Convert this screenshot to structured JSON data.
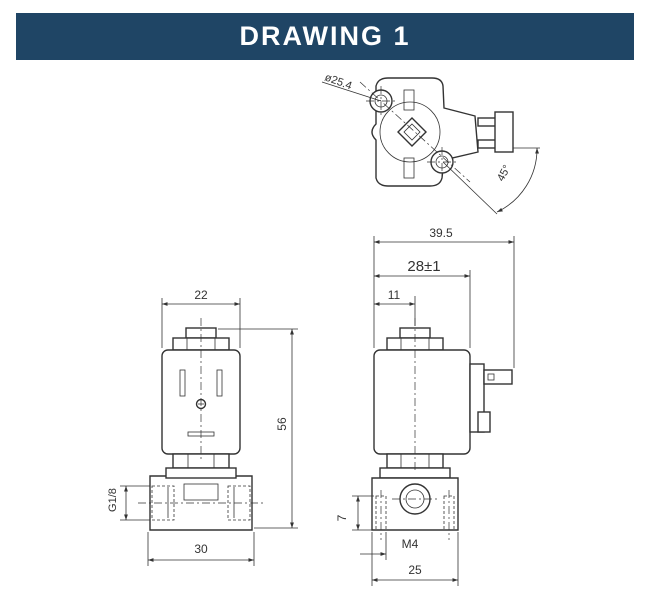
{
  "header": {
    "title": "DRAWING 1"
  },
  "dimensions": {
    "top_diameter": "ø25.4",
    "top_angle": "45°",
    "overall_depth": "39.5",
    "coil_depth": "28±1",
    "offset": "11",
    "coil_width": "22",
    "height": "56",
    "port_thread": "G1/8",
    "base_width": "30",
    "mount_height": "7",
    "mount_thread": "M4",
    "side_base_width": "25"
  },
  "colors": {
    "banner": "#1f4565",
    "banner_text": "#ffffff",
    "lines": "#333333"
  }
}
